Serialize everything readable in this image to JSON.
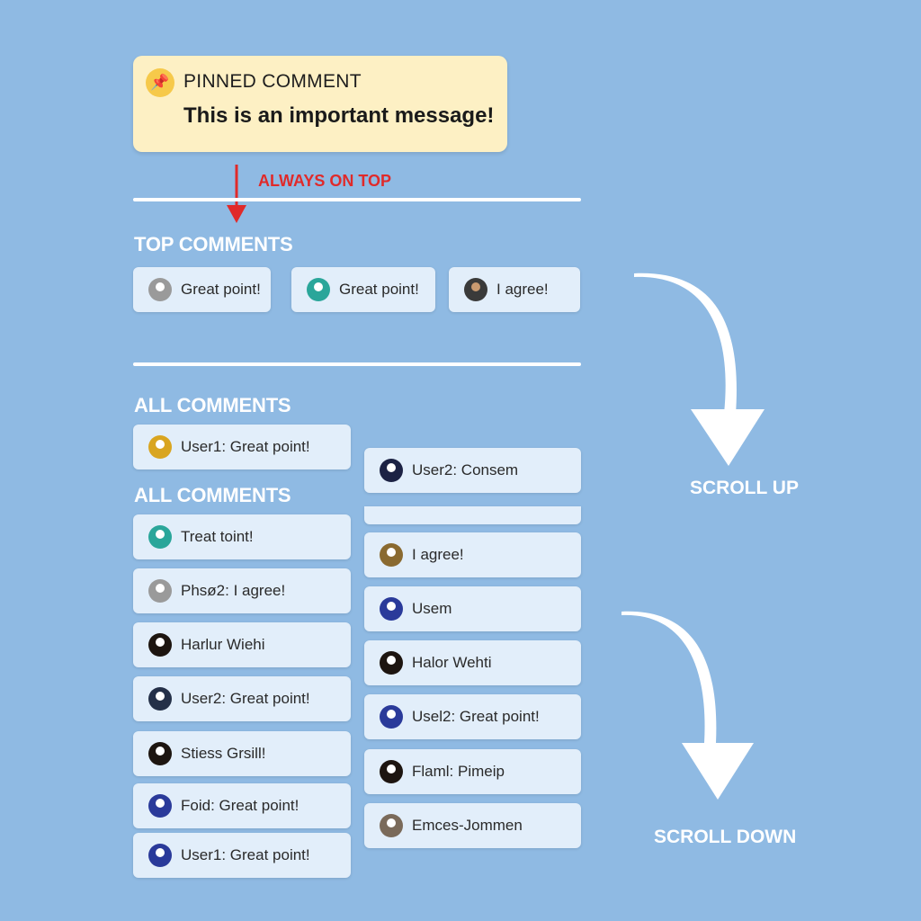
{
  "pinned": {
    "label": "PINNED COMMENT",
    "message": "This is an important message!",
    "icon": "pushpin-icon"
  },
  "annotation": {
    "always_on_top": "ALWAYS ON TOP"
  },
  "top_comments": {
    "heading": "TOP COMMENTS",
    "items": [
      {
        "text": "Great point!",
        "avatar": "#9a9a9a"
      },
      {
        "text": "Great point!",
        "avatar": "#2aa69a"
      },
      {
        "text": "I agree!",
        "avatar": "#3a3a3a"
      }
    ]
  },
  "all_comments": {
    "heading": "ALL COMMENTS",
    "heading_repeat": "ALL COMMENTS",
    "left": [
      {
        "text": "User1: Great point!",
        "avatar": "#d9a520"
      },
      {
        "text": "Treat toint!",
        "avatar": "#2aa69a"
      },
      {
        "text": "Phsø2: I agree!",
        "avatar": "#9a9a9a"
      },
      {
        "text": "Harlur Wiehi",
        "avatar": "#1d1510"
      },
      {
        "text": "User2: Great point!",
        "avatar": "#243048"
      },
      {
        "text": "Stiess Grsill!",
        "avatar": "#1d1510"
      },
      {
        "text": "Foid: Great point!",
        "avatar": "#2a3a9a"
      },
      {
        "text": "User1: Great point!",
        "avatar": "#2a3a9a"
      }
    ],
    "right": [
      {
        "text": "User2: Consem",
        "avatar": "#1c2244"
      },
      {
        "text": "I agree!",
        "avatar": "#8a6a30"
      },
      {
        "text": "Usem",
        "avatar": "#2a3a9a"
      },
      {
        "text": "Halor Wehti",
        "avatar": "#1d1510"
      },
      {
        "text": "Usel2: Great point!",
        "avatar": "#2a3a9a"
      },
      {
        "text": "Flaml: Pimeip",
        "avatar": "#1d1510"
      },
      {
        "text": "Emces-Jommen",
        "avatar": "#7a6a5a"
      }
    ]
  },
  "scroll": {
    "up": "SCROLL UP",
    "down": "SCROLL DOWN"
  },
  "colors": {
    "background": "#8fbae3",
    "pinned_bg": "#fdf0c4",
    "accent_red": "#e02a2a",
    "card_bg": "#e2eefa"
  }
}
